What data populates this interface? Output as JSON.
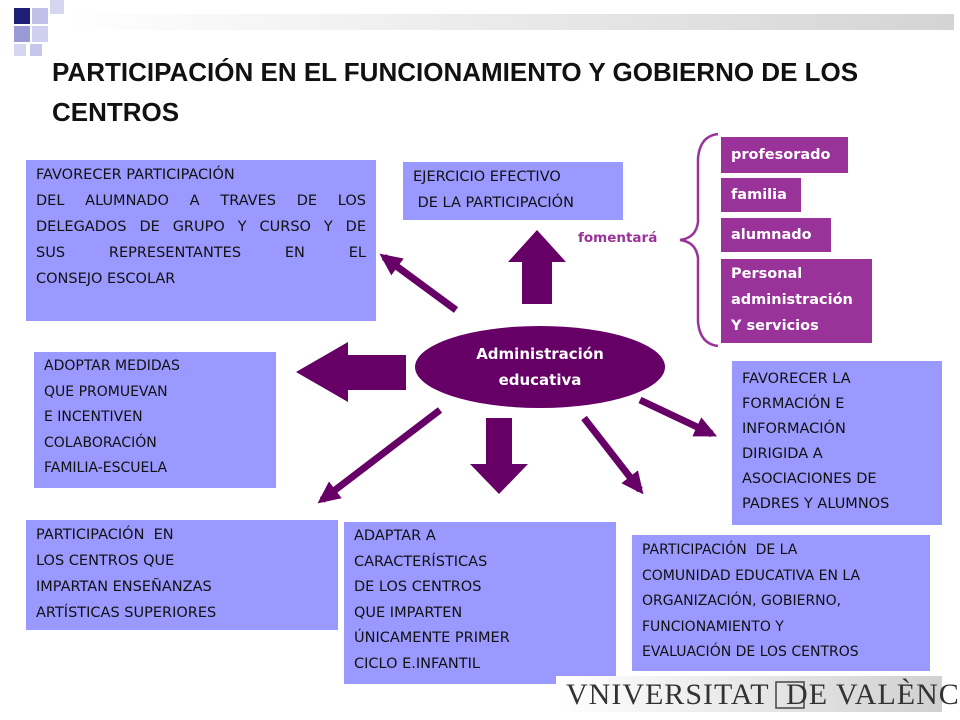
{
  "title": {
    "line1": "PARTICIPACIÓN EN EL FUNCIONAMIENTO Y GOBIERNO DE LOS",
    "line2": "CENTROS"
  },
  "center": {
    "line1": "Administración",
    "line2": "educativa"
  },
  "connector_label": "fomentará",
  "boxes": {
    "top_left": [
      "FAVORECER PARTICIPACIÓN",
      "DEL ALUMNADO A TRAVES DE LOS",
      "DELEGADOS DE GRUPO Y CURSO Y DE",
      "SUS REPRESENTANTES EN EL",
      "CONSEJO ESCOLAR"
    ],
    "top_center": [
      "EJERCICIO EFECTIVO",
      " DE LA PARTICIPACIÓN"
    ],
    "mid_left": [
      "ADOPTAR MEDIDAS",
      "QUE PROMUEVAN",
      "E INCENTIVEN",
      "COLABORACIÓN",
      "FAMILIA-ESCUELA"
    ],
    "mid_right": [
      "FAVORECER LA",
      "FORMACIÓN E",
      "INFORMACIÓN",
      "DIRIGIDA A",
      "ASOCIACIONES DE",
      "PADRES Y ALUMNOS"
    ],
    "bottom_left": [
      "PARTICIPACIÓN  EN",
      "LOS CENTROS QUE",
      "IMPARTAN ENSEÑANZAS",
      "ARTÍSTICAS SUPERIORES"
    ],
    "bottom_center": [
      "ADAPTAR A",
      "CARACTERÍSTICAS",
      "DE LOS CENTROS",
      "QUE IMPARTEN",
      "ÚNICAMENTE PRIMER",
      "CICLO E.INFANTIL"
    ],
    "bottom_right": [
      "PARTICIPACIÓN  DE LA",
      "COMUNIDAD EDUCATIVA EN LA",
      "ORGANIZACIÓN, GOBIERNO,",
      "FUNCIONAMIENTO Y",
      "EVALUACIÓN DE LOS CENTROS"
    ]
  },
  "stakeholders": {
    "profesorado": "profesorado",
    "familia": "familia",
    "alumnado": "alumnado",
    "personal": [
      "Personal",
      "administración",
      "Y servicios"
    ]
  },
  "logo_text": "VNIVERSITAT  DE VALÈNCIA",
  "colors": {
    "box_fill": "#9999ff",
    "stakeholder_fill": "#993399",
    "center_fill": "#660066",
    "arrow": "#660066",
    "deco_navy": "#1f1f7a",
    "deco_light": "#b3b3e6"
  }
}
